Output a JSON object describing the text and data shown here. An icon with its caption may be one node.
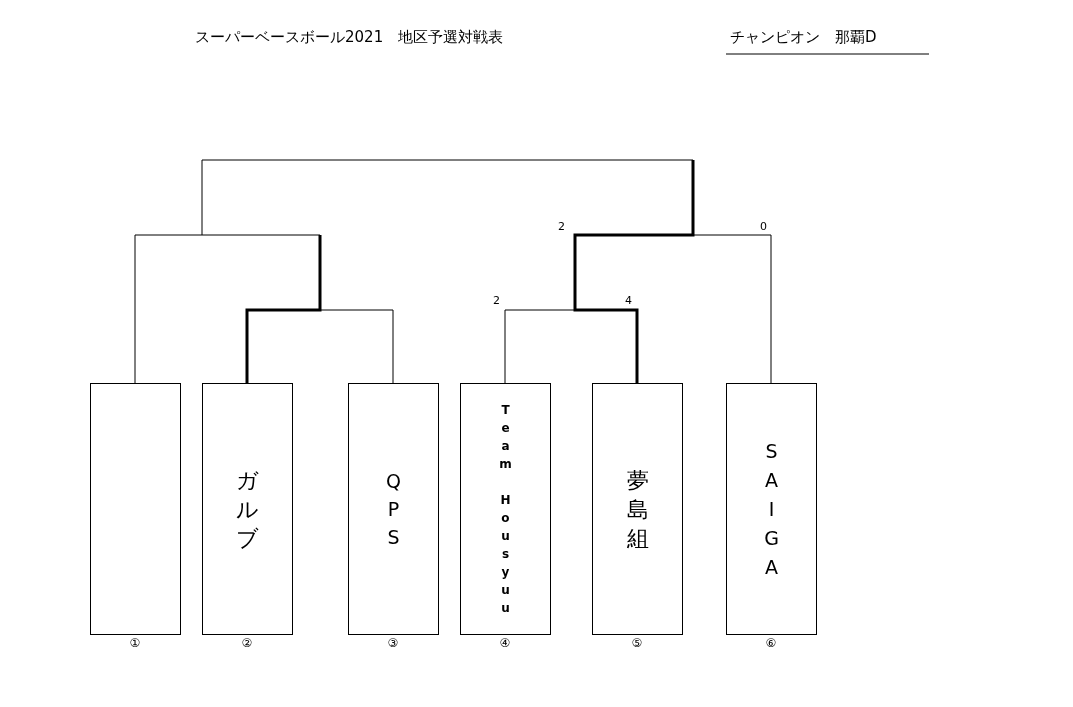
{
  "diagram": {
    "title": "スーパーベースボール2021　地区予選対戦表",
    "nodes": [
      {
        "text": [],
        "shape": "box",
        "beside": [
          "①"
        ]
      },
      {
        "text": [
          "ガルブ"
        ],
        "beside": [
          "②"
        ]
      },
      {
        "text": [
          "QPS"
        ],
        "beside": [
          "③"
        ]
      },
      {
        "text": [
          "Team Housyuu"
        ],
        "beside": [
          "④"
        ]
      },
      {
        "text": [
          "夢島組"
        ],
        "beside": [
          "⑤"
        ]
      },
      {
        "text": [
          "SAIGA"
        ],
        "beside": [
          "⑥"
        ]
      }
    ],
    "labels": [
      "チャンピオン　那覇D",
      "2",
      "0",
      "2",
      "4"
    ]
  }
}
